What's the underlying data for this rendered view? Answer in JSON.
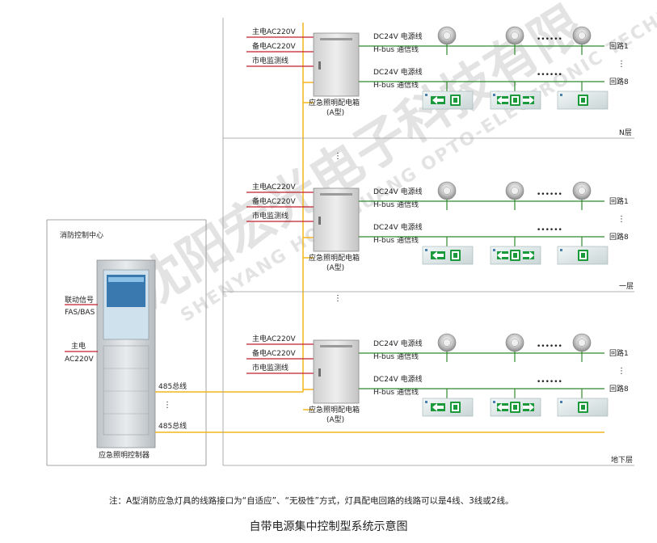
{
  "control_center": {
    "label": "消防控制中心",
    "controller_label": "应急照明控制器",
    "inputs": [
      {
        "line1": "联动信号",
        "line2": "FAS/BAS"
      },
      {
        "line1": "主电",
        "line2": "AC220V"
      }
    ],
    "bus_label": "485总线",
    "ellipsis_v": "⋮"
  },
  "floors": [
    {
      "label": "N层",
      "inputs": [
        "主电AC220V",
        "备电AC220V",
        "市电监测线"
      ],
      "cabinet_label": "应急照明配电箱",
      "cabinet_type": "(A型)",
      "lines": [
        {
          "power": "DC24V  电源线",
          "comm": "H-bus  通信线",
          "loop": "回路1"
        },
        {
          "power": "DC24V  电源线",
          "comm": "H-bus  通信线",
          "loop": "回路8"
        }
      ],
      "dots": "••••••",
      "loop_ellipsis": "⋮"
    },
    {
      "label": "一层",
      "inputs": [
        "主电AC220V",
        "备电AC220V",
        "市电监测线"
      ],
      "cabinet_label": "应急照明配电箱",
      "cabinet_type": "(A型)",
      "lines": [
        {
          "power": "DC24V  电源线",
          "comm": "H-bus  通信线",
          "loop": "回路1"
        },
        {
          "power": "DC24V  电源线",
          "comm": "H-bus  通信线",
          "loop": "回路8"
        }
      ],
      "dots": "••••••",
      "loop_ellipsis": "⋮"
    },
    {
      "label": "地下层",
      "inputs": [
        "主电AC220V",
        "备电AC220V",
        "市电监测线"
      ],
      "cabinet_label": "应急照明配电箱",
      "cabinet_type": "(A型)",
      "lines": [
        {
          "power": "DC24V  电源线",
          "comm": "H-bus  通信线",
          "loop": "回路1"
        },
        {
          "power": "DC24V  电源线",
          "comm": "H-bus  通信线",
          "loop": "回路8"
        }
      ],
      "dots": "••••••",
      "loop_ellipsis": "⋮"
    }
  ],
  "watermark": {
    "line1": "沈阳宏光电子科技有限",
    "line2": "SHENYANG HONGGUANG OPTO-ELECTRONIC TECHNOLOGY"
  },
  "note": "注：A型消防应急灯具的线路接口为“自适应”、“无极性”方式，灯具配电回路的线路可以是4线、3线或2线。",
  "title": "自带电源集中控制型系统示意图",
  "colors": {
    "green": "#2e8b2e",
    "red": "#c21f2a",
    "yellow": "#f3b61f",
    "line": "#555555",
    "sign_green": "#1a9a3a"
  }
}
